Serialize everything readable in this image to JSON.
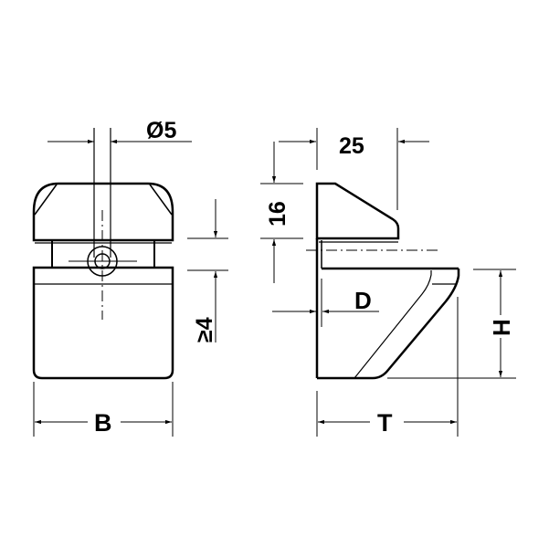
{
  "diagram": {
    "type": "technical-drawing",
    "subject": "shelf support bracket, front and side views",
    "colors": {
      "line": "#000000",
      "background": "#ffffff"
    },
    "front_view": {
      "dimensions": {
        "hole_diameter": "Ø5",
        "width": "B",
        "glass_gap": "≥4"
      }
    },
    "side_view": {
      "dimensions": {
        "depth_top": "25",
        "height_top": "16",
        "thickness": "D",
        "height": "H",
        "depth": "T"
      }
    }
  }
}
